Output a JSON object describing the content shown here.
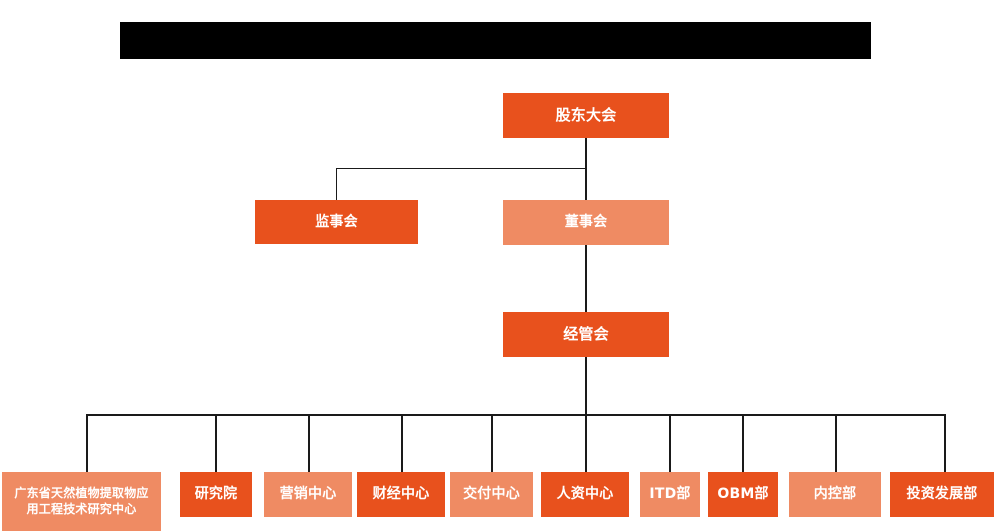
{
  "diagram": {
    "type": "organization-chart",
    "title_bar": {
      "name": "redacted-title-bar",
      "label": "",
      "state": "redacted-black-block",
      "color": "#000000"
    },
    "colors": {
      "dark_orange": "#e8511d",
      "light_salmon": "#ef8b63",
      "line": "#1a1a1a",
      "text": "#ffffff",
      "background": "#ffffff"
    },
    "levels": [
      {
        "level": 1,
        "nodes": [
          {
            "id": "shareholders",
            "label": "股东大会",
            "tone": "dark"
          }
        ]
      },
      {
        "level": 2,
        "nodes": [
          {
            "id": "supervisors",
            "label": "监事会",
            "tone": "dark"
          },
          {
            "id": "directors",
            "label": "董事会",
            "tone": "light"
          }
        ]
      },
      {
        "level": 3,
        "nodes": [
          {
            "id": "management",
            "label": "经管会",
            "tone": "dark"
          }
        ]
      },
      {
        "level": 4,
        "nodes": [
          {
            "id": "rnd-center",
            "label": "广东省天然植物提取物应用工程技术研究中心",
            "tone": "light"
          },
          {
            "id": "institute",
            "label": "研究院",
            "tone": "dark"
          },
          {
            "id": "marketing-center",
            "label": "营销中心",
            "tone": "light"
          },
          {
            "id": "finance-center",
            "label": "财经中心",
            "tone": "dark"
          },
          {
            "id": "delivery-center",
            "label": "交付中心",
            "tone": "light"
          },
          {
            "id": "hr-center",
            "label": "人资中心",
            "tone": "dark"
          },
          {
            "id": "itd-dept",
            "label": "ITD部",
            "tone": "light"
          },
          {
            "id": "obm-dept",
            "label": "OBM部",
            "tone": "dark"
          },
          {
            "id": "internal-control-dept",
            "label": "内控部",
            "tone": "light"
          },
          {
            "id": "investment-development-dept",
            "label": "投资发展部",
            "tone": "dark"
          }
        ]
      }
    ]
  }
}
